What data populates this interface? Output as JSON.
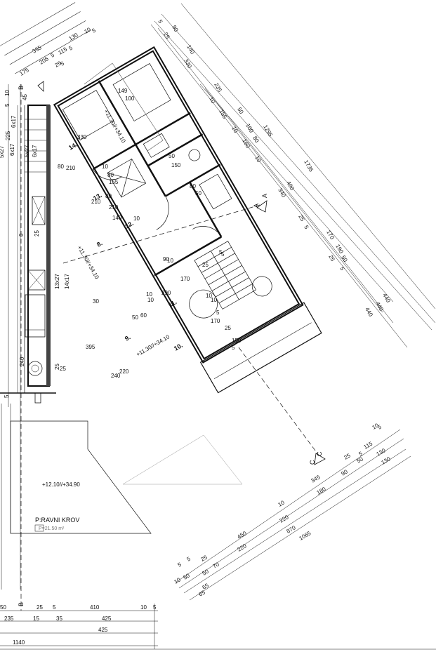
{
  "rooms": [
    {
      "id": "r8",
      "label": "8."
    },
    {
      "id": "r9",
      "label": "9."
    },
    {
      "id": "r10",
      "label": "10."
    },
    {
      "id": "r11",
      "label": "11."
    },
    {
      "id": "r12",
      "label": "12."
    },
    {
      "id": "r13",
      "label": "13."
    },
    {
      "id": "r14",
      "label": "14."
    }
  ],
  "levels": [
    "+11.30//+34.10",
    "+11.30//+34.10",
    "+11.30//+34.10",
    "+12.10//+34.90"
  ],
  "roof": {
    "label": "P:RAVNI KROV",
    "area": "P=21.50 m²"
  },
  "section_marks": [
    "A",
    "A",
    "B",
    "B",
    "C",
    "C"
  ],
  "dims_top_left": [
    "335",
    "130",
    "10",
    "5",
    "205",
    "5",
    "115",
    "5",
    "175",
    "25",
    "5"
  ],
  "dims_diag_top": [
    "5",
    "90",
    "25",
    "140",
    "330",
    "235",
    "10",
    "155",
    "50",
    "100",
    "10",
    "80",
    "1295",
    "160",
    "10",
    "1735",
    "400",
    "340",
    "25",
    "5",
    "170",
    "190",
    "25",
    "5",
    "50",
    "440",
    "440",
    "440"
  ],
  "dims_diag_bottom": [
    "25",
    "5",
    "115",
    "10",
    "5",
    "345",
    "50",
    "130",
    "90",
    "130",
    "180",
    "10",
    "220",
    "450",
    "870",
    "220",
    "1065",
    "5",
    "5",
    "25",
    "10",
    "50",
    "70",
    "65",
    "50",
    "65"
  ],
  "dims_bottom": [
    "50",
    "25",
    "5",
    "410",
    "10",
    "5",
    "235",
    "15",
    "35",
    "425",
    "425",
    "1140"
  ],
  "dims_left": [
    "5",
    "10",
    "45",
    "6x17",
    "225",
    "5x27",
    "6x17",
    "5x27",
    "6x17",
    "25",
    "0",
    "13x27",
    "14x17",
    "240",
    "5",
    "25"
  ],
  "dims_interior": [
    "149",
    "100",
    "330",
    "50",
    "150",
    "80",
    "50",
    "80",
    "210",
    "80",
    "210",
    "155",
    "10",
    "80",
    "210",
    "140",
    "10",
    "290",
    "30",
    "10",
    "50",
    "60",
    "170",
    "395",
    "25",
    "220",
    "240",
    "10",
    "90",
    "10",
    "10",
    "25",
    "170",
    "150",
    "5",
    "25",
    "10",
    "5",
    "5",
    "5"
  ]
}
